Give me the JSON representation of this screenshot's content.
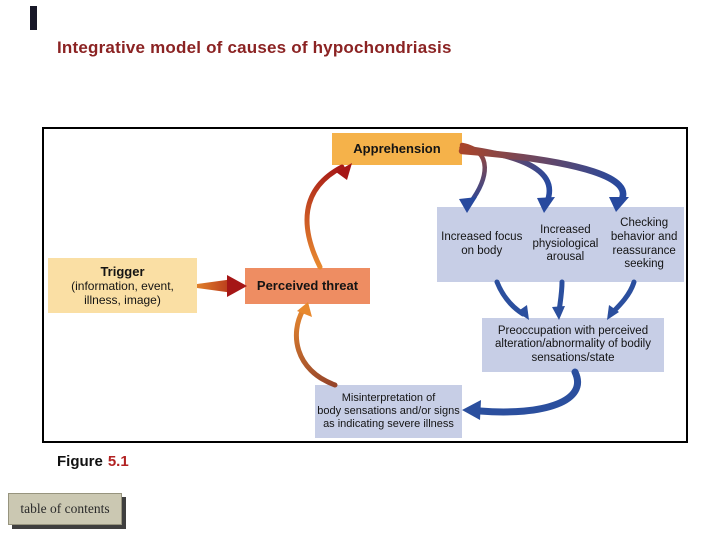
{
  "title": {
    "text": "Integrative model of causes of hypochondriasis",
    "color": "#8B2323"
  },
  "figure": {
    "label": "Figure",
    "number": "5.1",
    "number_color": "#B22222"
  },
  "toc_button": {
    "label": "table of contents",
    "bg": "#CBC8B2",
    "shadow": "#3F3F3F"
  },
  "diagram": {
    "panel": {
      "bg": "#FFFFFF",
      "border": "#000000"
    },
    "apprehension": {
      "label": "Apprehension",
      "bg": "#F5B24A"
    },
    "trigger": {
      "title": "Trigger",
      "line1": "(information, event,",
      "line2": "illness, image)",
      "bg": "#FADFA4"
    },
    "perceived_threat": {
      "label": "Perceived threat",
      "bg": "#EE8D62"
    },
    "responses": {
      "bg": "#C7CEE6",
      "item1": "Increased focus on body",
      "item2": "Increased physiological arousal",
      "item3": "Checking behavior and reassurance seeking"
    },
    "preoccupation": {
      "bg": "#C7CEE6",
      "line1": "Preoccupation with perceived",
      "line2": "alteration/abnormality of bodily",
      "line3": "sensations/state"
    },
    "misinterpretation": {
      "bg": "#C7CEE6",
      "line1": "Misinterpretation of",
      "line2": "body sensations and/or signs",
      "line3": "as indicating severe illness"
    },
    "arrow_colors": {
      "blue": "#2B4F9E",
      "dark_red": "#A51616",
      "orange": "#E8892F",
      "brown": "#96452A"
    }
  }
}
